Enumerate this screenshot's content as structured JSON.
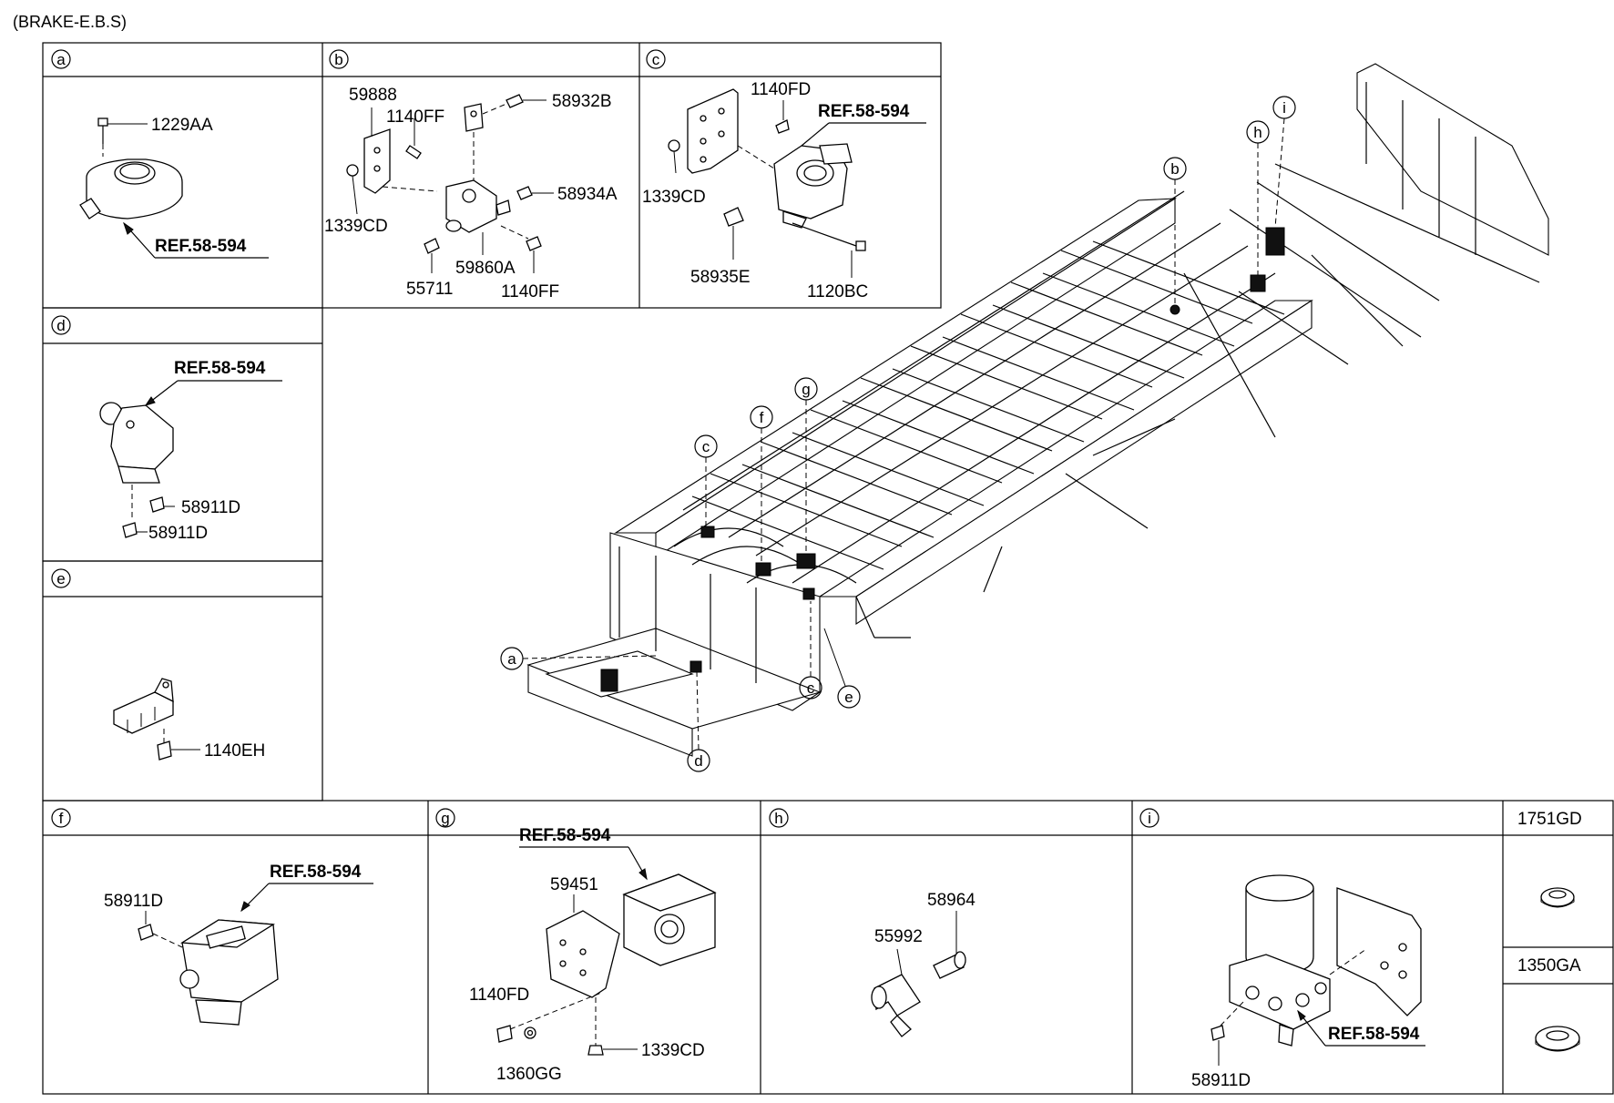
{
  "title": "(BRAKE-E.B.S)",
  "ref_label": "REF.58-594",
  "panels": {
    "a": {
      "letter": "a",
      "parts": [
        "1229AA"
      ]
    },
    "b": {
      "letter": "b",
      "parts": [
        "59888",
        "1140FF",
        "58932B",
        "58934A",
        "1339CD",
        "59860A",
        "55711",
        "1140FF"
      ]
    },
    "c": {
      "letter": "c",
      "parts": [
        "1140FD",
        "1339CD",
        "58935E",
        "1120BC"
      ]
    },
    "d": {
      "letter": "d",
      "parts": [
        "58911D",
        "58911D"
      ]
    },
    "e": {
      "letter": "e",
      "parts": [
        "1140EH"
      ]
    },
    "f": {
      "letter": "f",
      "parts": [
        "58911D"
      ]
    },
    "g": {
      "letter": "g",
      "parts": [
        "59451",
        "1140FD",
        "1360GG",
        "1339CD"
      ]
    },
    "h": {
      "letter": "h",
      "parts": [
        "58964",
        "55992"
      ]
    },
    "i": {
      "letter": "i",
      "parts": [
        "58911D"
      ]
    },
    "side": {
      "top_part": "1751GD",
      "bottom_part": "1350GA"
    }
  },
  "chassis_callouts": {
    "a": "a",
    "b": "b",
    "c1": "c",
    "c2": "c",
    "d": "d",
    "e": "e",
    "f": "f",
    "g": "g",
    "h": "h",
    "i": "i"
  }
}
